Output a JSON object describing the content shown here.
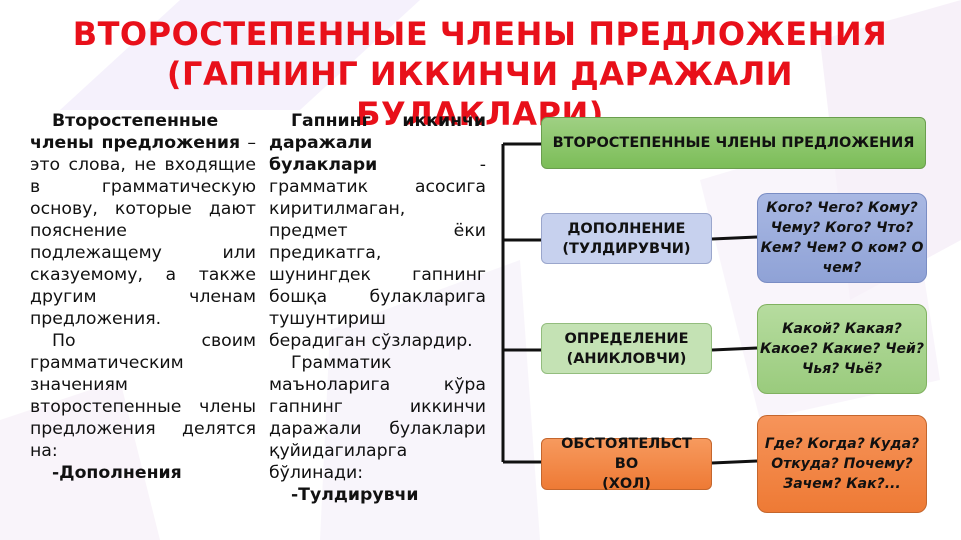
{
  "title": {
    "line1": "ВТОРОСТЕПЕННЫЕ ЧЛЕНЫ ПРЕДЛОЖЕНИЯ",
    "line2": "(ГАПНИНГ ИККИНЧИ ДАРАЖАЛИ",
    "line3": "БУЛАКЛАРИ)"
  },
  "left_column": {
    "p1_bold": "Второстепенные члены предложения",
    "p1_rest": " – это слова, не входящие в грамматическую основу, которые дают пояснение подлежащему или сказуемому, а также другим членам предложения.",
    "p2": "По своим грамматическим значениям второстепенные члены предложения делятся на:",
    "p3": "-Дополнения"
  },
  "middle_column": {
    "p1_bold": "Гапнинг иккинчи даражали булаклари",
    "p1_rest": " - грамматик асосига киритилмаган, предмет ёки предикатга, шунингдек гапнинг бошқа булакларига тушунтириш берадиган сўзлардир.",
    "p2": "Грамматик маъноларига кўра гапнинг иккинчи даражали булаклари қуйидагиларга бўлинади:",
    "p3": "-Тулдирувчи"
  },
  "diagram": {
    "root": "ВТОРОСТЕПЕННЫЕ ЧЛЕНЫ ПРЕДЛОЖЕНИЯ",
    "dop_label_1": "ДОПОЛНЕНИЕ",
    "dop_label_2": "(ТУЛДИРУВЧИ)",
    "dop_questions": "Кого? Чего? Кому? Чему? Кого? Что? Кем? Чем? О ком? О чем?",
    "opr_label_1": "ОПРЕДЕЛЕНИЕ",
    "opr_label_2": "(АНИКЛОВЧИ)",
    "opr_questions": "Какой? Какая? Какое? Какие? Чей? Чья? Чьё?",
    "obs_label_1": "ОБСТОЯТЕЛЬСТ",
    "obs_label_2": "ВО",
    "obs_label_3": "(ХОЛ)",
    "obs_questions": "Где? Когда? Куда? Откуда? Почему? Зачем? Как?..."
  },
  "colors": {
    "title": "#e8101a",
    "root_box": "#8cc66c",
    "dop": "#9aabdc",
    "opr": "#a8d38e",
    "obs": "#f28644"
  }
}
